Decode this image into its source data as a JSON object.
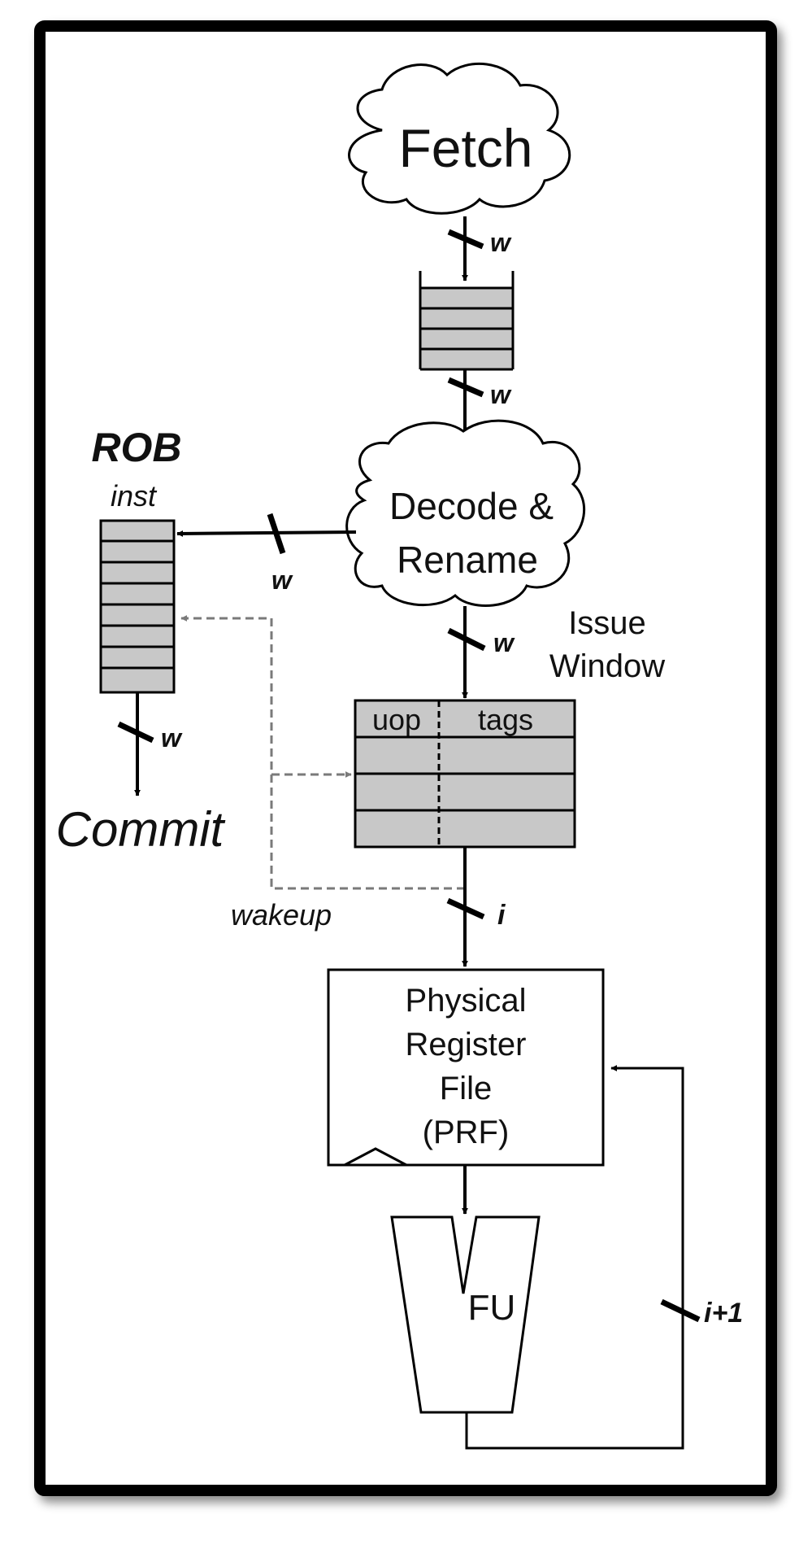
{
  "diagram": {
    "fetch_label": "Fetch",
    "decode_label": [
      "Decode &",
      "Rename"
    ],
    "issue_window_label": [
      "Issue",
      "Window"
    ],
    "issue_window_columns": [
      "uop",
      "tags"
    ],
    "rob_title": "ROB",
    "rob_subtitle": "inst",
    "commit_label": "Commit",
    "wakeup_label": "wakeup",
    "prf_label": [
      "Physical",
      "Register",
      "File",
      "(PRF)"
    ],
    "fu_label": "FU",
    "bus_width_w": "w",
    "bus_width_i": "i",
    "bus_width_i_plus_1": "i+1"
  },
  "colors": {
    "frame": "#000000",
    "queue_fill": "#c8c8c8",
    "wakeup_line": "#7a7a7a"
  }
}
